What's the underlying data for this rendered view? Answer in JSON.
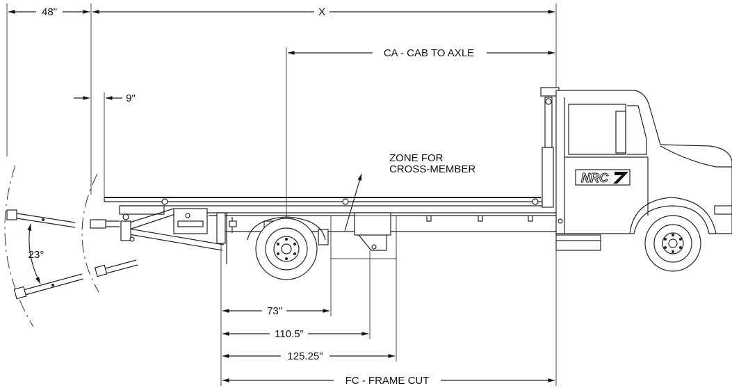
{
  "dimensions": {
    "dim_48": "48\"",
    "dim_x": "X",
    "dim_ca": "CA - CAB TO AXLE",
    "dim_9": "9\"",
    "dim_73": "73\"",
    "dim_110": "110.5\"",
    "dim_125": "125.25\"",
    "dim_fc": "FC - FRAME CUT",
    "angle_23": "23°"
  },
  "annotations": {
    "zone_line1": "ZONE FOR",
    "zone_line2": "CROSS-MEMBER"
  },
  "logo": {
    "text": "NRC"
  }
}
